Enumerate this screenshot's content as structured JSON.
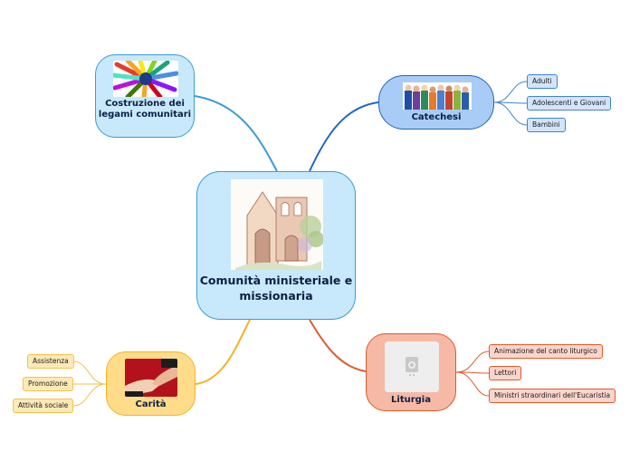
{
  "central": {
    "title": "Comunità ministeriale e missionaria"
  },
  "branches": {
    "legami": {
      "title": "Costruzione dei legami comunitari",
      "color": "#3a9bd8"
    },
    "catechesi": {
      "title": "Catechesi",
      "color": "#1e66c4",
      "children": [
        "Adulti",
        "Adolescenti e Giovani",
        "Bambini"
      ]
    },
    "carita": {
      "title": "Carità",
      "color": "#f3b320",
      "children": [
        "Assistenza",
        "Promozione",
        "Attività sociale"
      ]
    },
    "liturgia": {
      "title": "Liturgia",
      "color": "#e05a2c",
      "children": [
        "Animazione del canto liturgico",
        "Lettori",
        "Ministri straordinari dell'Eucaristia"
      ]
    }
  }
}
